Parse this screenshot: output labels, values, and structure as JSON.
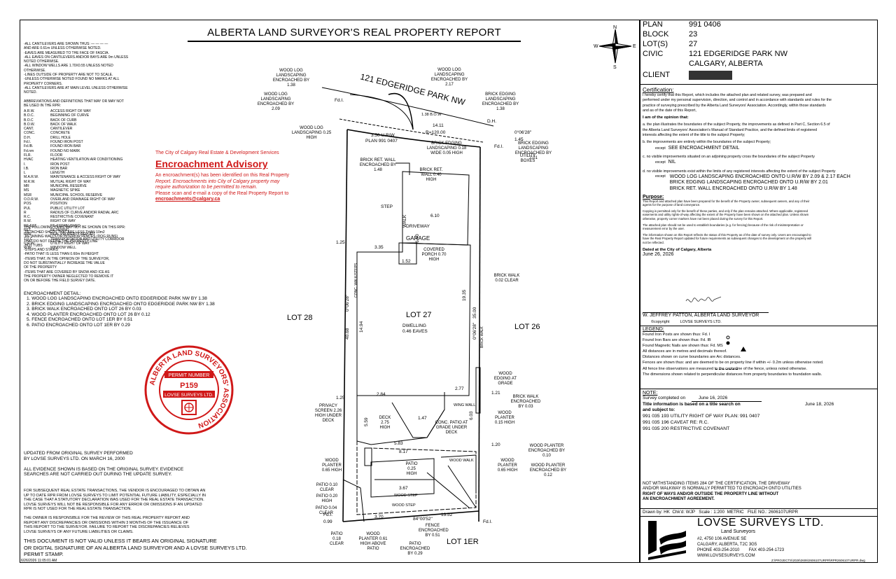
{
  "title": "ALBERTA LAND SURVEYOR'S REAL PROPERTY REPORT",
  "notes_top": [
    "-ALL CANTILEVERS ARE SHOWN THUS: — — — —",
    "AND ARE 0.61m UNLESS OTHERWISE NOTED.",
    "-EAVES ARE MEASURED TO THE FACE OF FASCIA.",
    "-ALL EAVES ON CANTILEVERS AND/OR BAYS ARE 0m UNLESS",
    "NOTED OTHERWISE.",
    "-ALL WINDOW WELLS ARE 1.70X0.55 UNLESS NOTED",
    "OTHERWISE.",
    "-LINES OUTSIDE OF PROPERTY ARE NOT TO SCALE.",
    "-UNLESS OTHERWISE NOTED FOUND NO MARKS AT ALL",
    "PROPERTY CORNERS.",
    "-ALL CANTILEVERS ARE AT MAIN LEVEL UNLESS OTHERWISE",
    "NOTED."
  ],
  "abbrev_header": "ABBREVIATIONS AND DEFINITIONS THAT MAY OR MAY NOT BE USED IN THE RPR:",
  "abbreviations": [
    [
      "A.R.W.",
      "ACCESS RIGHT OF WAY"
    ],
    [
      "B.O.C.",
      "BEGINNING OF CURVE"
    ],
    [
      "B.O.C",
      "BACK OF CURB"
    ],
    [
      "B.O.W.",
      "BACK OF WALK"
    ],
    [
      "CANT.",
      "CANTILEVER"
    ],
    [
      "CONC.",
      "CONCRETE"
    ],
    [
      "D.H.",
      "DRILL HOLE"
    ],
    [
      "Fd.I.",
      "FOUND IRON POST"
    ],
    [
      "Fd.IB.",
      "FOUND IRON BAR"
    ],
    [
      "Fd.nm",
      "FOUND NO MARK"
    ],
    [
      "FLR.",
      "FLOOR"
    ],
    [
      "HVAC",
      "HEATING VENTILATION AIR CONDITIONING"
    ],
    [
      "I.",
      "IRON POST"
    ],
    [
      "I.B.",
      "IRON BAR"
    ],
    [
      "L",
      "LENGTH"
    ],
    [
      "M.A.R.W.",
      "MAINTENANCE & ACCESS RIGHT OF WAY"
    ],
    [
      "M.R.W.",
      "MUTUAL RIGHT OF WAY"
    ],
    [
      "MR",
      "MUNICIPAL RESERVE"
    ],
    [
      "MS",
      "MAGNETIC SPIKE"
    ],
    [
      "MSR",
      "MUNICIPAL SCHOOL RESERVE"
    ],
    [
      "O.D.R.W.",
      "OVERLAND DRAINAGE RIGHT OF WAY"
    ],
    [
      "POS",
      "POSITION"
    ],
    [
      "PUL",
      "PUBLIC UTILITY LOT"
    ],
    [
      "R",
      "RADIUS OF CURVE AND/OR RADIAL ARC"
    ],
    [
      "R.C.",
      "RESTRICTIVE COVENANT"
    ],
    [
      "R.W.",
      "RIGHT OF WAY"
    ],
    [
      "RE-EST.",
      "RE-ESTABLISHED"
    ],
    [
      "RET.",
      "RETAINING"
    ],
    [
      "RPR",
      "REAL PROPERTY REPORT"
    ],
    [
      "T.U.C.",
      "TRANSPORTATION AND UTILITY CORRIDOR"
    ],
    [
      "U.R.W.",
      "UTILITY RIGHT OF WAY"
    ],
    [
      "W.W.",
      "WINDOW WELL"
    ]
  ],
  "not_shown_header": "THE FOLLOWING ITEMS MAY NOT BE SHOWN ON THIS RPR:",
  "not_shown": [
    "-DETACHED SHEDS THAT ARE LESS THAN 10m2",
    "-RETAINING WALLS OR INTERIOR FENCES (DOG RUNS)",
    "THAT DO NOT DEFINE THE PROPERTY LINE",
    "-HOT TUBS",
    "-STEPS AND STAIRS",
    "-PATIO THAT IS LESS THAN 0.60m IN HEIGHT",
    "-ITEMS THAT, IN THE OPINION OF THE SURVEYOR,",
    "DO NOT SUBSTANTIALLY INCREASE THE VALUE",
    "OF THE PROPERTY",
    "-ITEMS THAT ARE COVERED BY SNOW AND ICE AS",
    "THE PROPERTY OWNER NEGLECTED TO REMOVE IT",
    "ON OR BEFORE THE FIELD SURVEY DATE."
  ],
  "city": {
    "header": "The City of Calgary Real Estate & Development Services",
    "advisory": "Encroachment Advisory",
    "line1": "An encroachment(s) has been identified on this Real Property",
    "line2": "Report. Encroachments into City of Calgary property may",
    "line3": "require authorization to be permitted to remain.",
    "line4": "Please scan and e-mail a copy of the Real Property Report to",
    "email": "encroachments@calgary.ca"
  },
  "enc_detail_header": "ENCROACHMENT DETAIL:",
  "enc_detail": [
    "1.    WOOD LOG LANDSCAPING ENCROACHED ONTO EDGERIDGE PARK NW BY 1.38",
    "2.    BRICK EDGING LANDSCAPING ENCROACHED ONTO EDGERIDGE PARK NW BY 1.38",
    "3.    BRICK WALK ENCROACHED ONTO LOT 26 BY 0.03",
    "4.    WOOD PLANTER ENCROACHED ONTO LOT 26 BY 0.12",
    "5.    FENCE ENCROACHED ONTO LOT 1ER BY 0.51",
    "6.    PATIO ENCROACHED ONTO LOT 1ER BY 0.29"
  ],
  "seal": {
    "ring": "ALBERTA LAND SURVEYORS' ASSOCIATION",
    "permit_label": "PERMIT NUMBER",
    "permit_number": "P159",
    "firm": "LOVSE SURVEYS LTD."
  },
  "updated": [
    "UPDATED FROM ORIGINAL SURVEY PERFORMED",
    "BY LOVSE SURVEYS LTD. ON MARCH 16, 2000",
    "",
    "ALL EVIDENCE SHOWN IS BASED ON THE ORIGINAL SURVEY. EVIDENCE",
    "SEARCHES ARE NOT CARRIED OUT DURING THE UPDATE SURVEY."
  ],
  "vendor_para": [
    "FOR SUBSEQUENT REAL ESTATE TRANSACTIONS, THE VENDOR IS ENCOURAGED TO OBTAIN AN",
    "UP TO DATE RPR FROM LOVSE SURVEYS TO LIMIT POTENTIAL FUTURE LIABILITY, ESPECIALLY IN",
    "THE CASE THAT A STATUTORY DECLARATION WAS USED FOR THE REAL ESTATE TRANSACTION.",
    "LOVSE SURVEYS WILL NOT BE RESPONSIBLE FOR ANY ERROR OR OMISSIONS IF AN UPDATED",
    "RPR IS NOT USED FOR THE REAL ESTATE TRANSACTION."
  ],
  "owner_para": [
    "THE OWNER IS RESPONSIBLE FOR THE REVIEW OF THIS REAL PROPERTY REPORT AND",
    "REPORT ANY DISCREPANCIES OR OMISSIONS WITHIN 3 MONTHS OF THE ISSUANCE OF",
    "THIS REPORT TO THE SURVEYOR. FAILURE TO REPORT THE DISCREPANCIES RELIEVES",
    "LOVSE SURVEYS OF ANY FUTURE LIABILITIES OR CLAIMS."
  ],
  "valid_para": [
    "THIS DOCUMENT IS NOT VALID UNLESS IT BEARS AN ORIGINAL SIGNATURE",
    "OR DIGITAL SIGNATURE OF AN ALBERTA LAND SURVEYOR AND A LOVSE SURVEYS LTD.",
    "PERMIT STAMP."
  ],
  "timestamp": "6/26/2026 11:05:01 AM",
  "plan_labels": {
    "street": "121 EDGERIDGE PARK NW",
    "lot27": "LOT 27",
    "lot28": "LOT 28",
    "lot26": "LOT 26",
    "lot1er": "LOT 1ER",
    "dwelling": "DWELLING",
    "dwelling_eaves": "0.46 EAVES",
    "garage": "GARAGE",
    "driveway": "DRIVEWAY",
    "step": "STEP",
    "walk": "WALK",
    "urw": "3.50 U.R/W",
    "urw_plan": "PLAN 991 0407",
    "radius": "R=120.00",
    "arc": "14.11",
    "bow": "1.38 B.O.W",
    "dh": "D.H.",
    "bearing_top": "0°06'28\"",
    "fdi": "Fd.I.",
    "wood_log_1": "WOOD LOG LANDSCAPING ENCROACHED BY 1.38",
    "wood_log_2": "WOOD LOG LANDSCAPING ENCROACHED BY 2.17",
    "wood_log_3": "WOOD LOG LANDSCAPING ENCROACHED BY 2.09",
    "wood_log_4": "WOOD LOG LANDSCAPING 0.25 HIGH",
    "brick_edge_1": "BRICK EDGING LANDSCAPING ENCROACHED BY 1.38",
    "brick_edge_2": "BRICK EDGING LANDSCAPING 0.18 WIDE 0.05 HIGH",
    "brick_edge_3": "BRICK EDGING LANDSCAPING ENCROACHED BY 2.01",
    "utility": "UTILITY BOXES",
    "brick_ret": "BRICK RET. WALL ENCROACHED BY 1.48",
    "brick_ret2": "BRICK RET. WALL 0.40 HIGH",
    "covered_porch": "COVERED PORCH 0.70 HIGH",
    "brick_walk": "BRICK WALK 0.02 CLEAR",
    "brick_walk2": "BRICK WALK ENCROACHED BY 0.03",
    "wood_edging": "WOOD EDGING AT GRADE",
    "wood_planter": "WOOD PLANTER 0.15 HIGH",
    "wing_wall": "WING WALL",
    "privacy": "PRIVACY SCREEN 2.26 HIGH UNDER DECK",
    "deck": "DECK 2.75 HIGH",
    "conc_patio": "CONC. PATIO AT GRADE UNDER DECK",
    "patio_025": "PATIO 0.25 HIGH",
    "wood_planter_065": "WOOD PLANTER 0.65 HIGH",
    "wood_planter_enc010": "WOOD PLANTER ENCROACHED BY 0.10",
    "wood_planter_enc012": "WOOD PLANTER ENCROACHED BY 0.12",
    "wood_planter_r": "WOOD PLANTER 0.65 HIGH",
    "patio_010": "PATIO 0.10 CLEAR",
    "patio_020": "PATIO 0.20 HIGH",
    "patio_004": "PATIO 0.04 CLEAR",
    "patio_018": "PATIO 0.18 CLEAR",
    "wood_step": "WOOD STEP",
    "wood_walk": "WOOD WALK",
    "wood_planter_061": "WOOD PLANTER 0.61 HIGH ABOVE PATIO",
    "fence": "FENCE ENCROACHED BY 0.51",
    "patio_enc": "PATIO ENCROACHED BY 0.29",
    "bearing_bottom": "84°00'52\"",
    "dim_13_52": "13.52",
    "dim_40_68": "40.68",
    "dim_35_00": "35.00",
    "dim_19_35": "19.35",
    "dim_14_94": "14.94",
    "dim_6_10": "6.10",
    "dim_6_40": "6.40",
    "dim_3_35": "3.35",
    "dim_5_83": "5.83",
    "dim_8_17": "8.17",
    "dim_2_84": "2.84",
    "dim_2_77": "2.77",
    "dim_1_47": "1.47",
    "dim_3_67": "3.67",
    "dim_3_70": "3.70",
    "dim_5_59": "5.59",
    "dim_6_03": "6.03",
    "dim_0_99": "0.99",
    "dim_1_45": "1.45",
    "dim_1_25": "1.25",
    "dim_1_21": "1.21",
    "dim_1_20": "1.20",
    "side_bearing": "0°06'28\"",
    "side_walk": "CONC. WALK/STEPS",
    "brick_walk_side": "BRICK WALK"
  },
  "compass": {
    "n": "N",
    "s": "S",
    "e": "E",
    "w": "W"
  },
  "legal": {
    "plan_label": "PLAN",
    "plan": "991 0406",
    "block_label": "BLOCK",
    "block": "23",
    "lots_label": "LOT(S)",
    "lots": "27",
    "civic_label": "CIVIC",
    "civic1": "121 EDGERIDGE PARK NW",
    "civic2": "CALGARY, ALBERTA",
    "client_label": "CLIENT"
  },
  "cert": {
    "header": "Certification:",
    "intro": [
      "I hereby certify that this Report, which includes the attached plan and related survey, was prepared and",
      "performed under my personal supervision, direction, and control and in accordance with standards and rules for the",
      "practice of surveying prescribed by the Alberta Land Surveyors' Association. Accordingly, within those standards",
      "and as of the date of this Report,"
    ],
    "opinion": "I am of the opinion that:",
    "item_a": [
      "a.      the plan illustrates the boundaries of the subject Property, the improvements as defined in Part C, Section 6.5 of",
      "          the Alberta Land Surveyors' Association's Manual of Standard Practice, and the defined limits of registered",
      "          interests affecting the extent of the title to the subject Property;"
    ],
    "item_b": "b.      the improvements are entirely within the boundaries of the subject Property;",
    "item_b_except": "except",
    "item_b_value": "SEE ENCROACHMENT DETAIL",
    "item_c": "c.      no visible improvements situated on an adjoining property cross the boundaries of the subject Property",
    "item_c_except": "except",
    "item_c_value": "NIL",
    "item_d": "d.      no visible improvements exist within the limits of any registered interests affecting the extent of the subject Property",
    "item_d_except": "except",
    "item_d_values": [
      "WOOD LOG LANDSCAPING ENCROACHED ONTO U.R/W BY 2.09 & 2.17 EACH",
      "BRICK EDGING LANDSCAPING ENCROACHED ONTO U.R/W BY 2.01",
      "BRICK RET. WALL ENCROACHED ONTO U.R/W BY 1.48"
    ],
    "purpose_header": "Purpose:",
    "purpose": [
      "This Report and attached plan have been prepared for the benefit of the Property owner, subsequent owners, and any of their",
      "agents for the purpose of land conveyance."
    ],
    "copy": [
      "Copying is permitted only for the benefit of these parties, and only if the plan remains attached. Where applicable, registered",
      "easements and utility rights-of-way affecting the extent of the Property have been shown on the attached plan. Unless shown",
      "otherwise, property corner markers have not been placed during the survey for this Report."
    ],
    "attached": [
      "The attached plan should not be used to establish boundaries (e.g. for fencing) because of the risk of misinterpretation or",
      "measurement error by the user."
    ],
    "info": [
      "The information shown on this Report reflects the status of this Property as of the date of survey only. Users are encouraged to",
      "have the Real Property Report updated for future requirements as subsequent changes to the development on the property will",
      "not be reflected."
    ],
    "dated": "Dated at the City of Calgary, Alberta",
    "date": "June 26, 2026",
    "surveyor": "W. JEFFREY PATTON, ALBERTA LAND SURVEYOR",
    "copyright": "©copyright",
    "firm_small": "LOVSE SURVEYS LTD."
  },
  "legend": {
    "header": "LEGEND:",
    "lines": [
      "Found Iron Posts are shown thus:  Fd. I",
      "Found Iron Bars are shown thus:  Fd. IB",
      "Found Magnetic Nails are shown thus:  Fd. MS",
      "All distances are in metres and decimals thereof.",
      "Distances shown on curve boundaries are Arc distances.",
      "Fences are shown thus:                     and are deemed to be on property line if within +/- 0.2m unless otherwise noted.",
      "All fence line observations are measured to the centerline of the fence, unless noted otherwise.",
      "The dimensions shown related to perpendicular distances from property boundaries to foundation walls."
    ]
  },
  "note": {
    "header": "NOTE:",
    "survey_completed_label": "Survey completed on",
    "survey_completed": "June 16, 2026",
    "title_label1": "Title information is based on a title search on",
    "title_date": "June 18, 2026",
    "title_label2": "and subject to:",
    "items": [
      "991 035 193 UTILITY RIGHT OF WAY PLAN: 991 0407",
      "991 035 196 CAVEAT RE: R.C.",
      "991 035 200 RESTRICTIVE COVENANT"
    ],
    "nwst": [
      "NOT WITHSTANDING ITEMS 284 OF THE CERTIFICATION, THE DRIVEWAY",
      "AND/OR WALKWAY IS NORMALLY PERMITTED TO ENCROACH ONTO UTILITIES"
    ],
    "bold": [
      "RIGHT OF WAYS AND/OR OUTSIDE THE PROPERTY LINE WITHOUT",
      "AN ENCROACHMENT AGREEMENT."
    ]
  },
  "footer": {
    "drawn": "Drawn by: HK",
    "chkd": "Chk'd: WJP",
    "scale": "Scale : 1:200",
    "metric": "METRIC",
    "file": "FILE NO.: 2606107URPR",
    "company": "LOVSE SURVEYS LTD.",
    "sub": "Land Surveyors",
    "addr1": "#2, 4750 106 AVENUE SE",
    "addr2": "CALGARY, ALBERTA, T2C 3G5",
    "phone": "PHONE  403-254-2010",
    "fax": "FAX   403-254-1723",
    "web": "WWW.LOVSESURVEYS.COM",
    "path": "Z:\\PROJECTS\\2026\\2606\\2606107URPR\\RPR2606107URPR.dwg"
  },
  "colors": {
    "accent_red": "#d01818",
    "ink": "#000000"
  }
}
